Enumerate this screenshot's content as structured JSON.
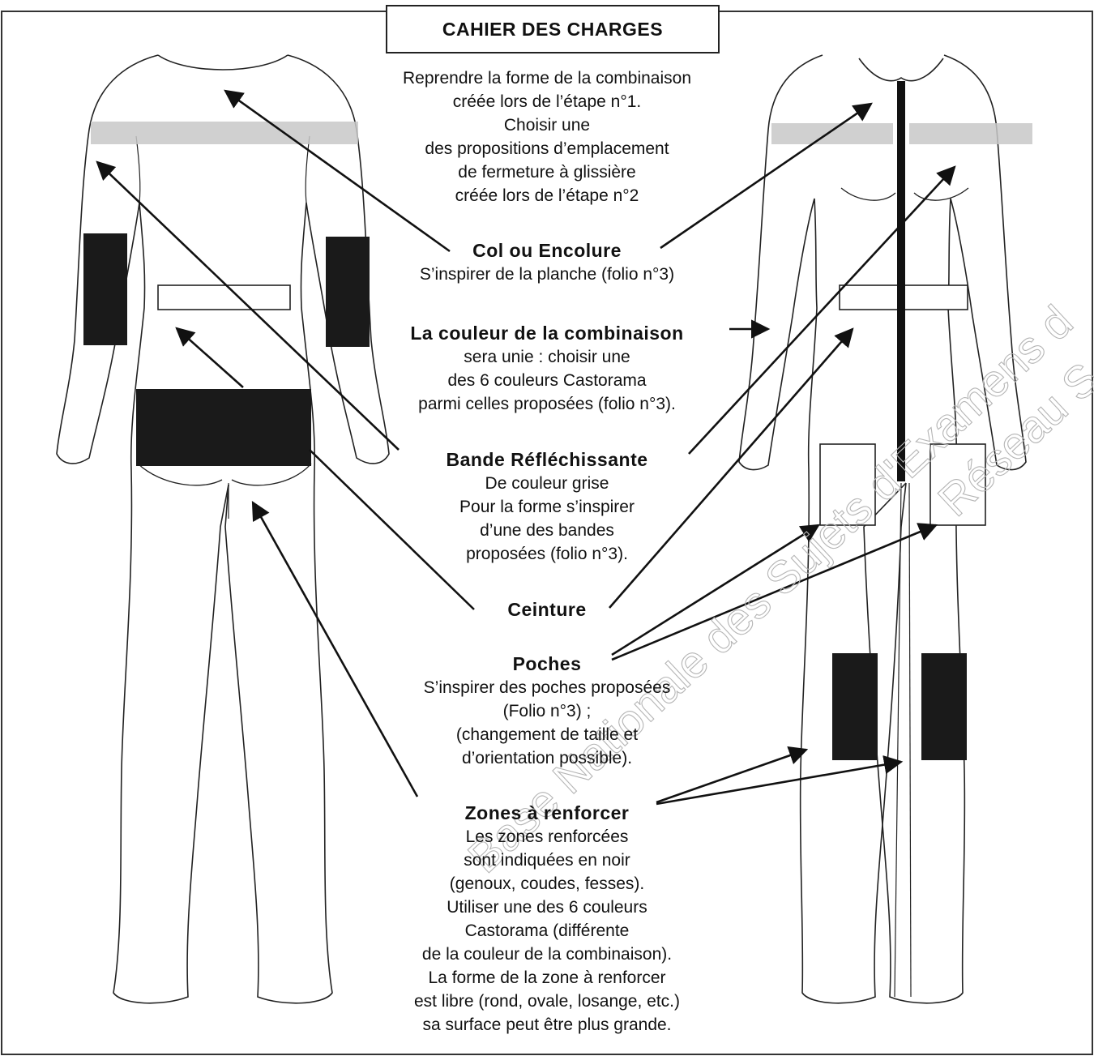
{
  "title": "CAHIER DES CHARGES",
  "intro": [
    "Reprendre la forme de la combinaison",
    "créée lors de l’étape n°1.",
    "Choisir une",
    "des propositions d’emplacement",
    "de fermeture à glissière",
    "créée lors de l’étape n°2"
  ],
  "sections": [
    {
      "heading": "Col ou Encolure",
      "lines": [
        "S’inspirer de la planche (folio n°3)"
      ]
    },
    {
      "heading": "La couleur de la combinaison",
      "lines": [
        "sera unie : choisir une",
        "des 6 couleurs Castorama",
        "parmi celles proposées (folio n°3)."
      ]
    },
    {
      "heading": "Bande Réfléchissante",
      "lines": [
        "De couleur grise",
        "Pour la forme s’inspirer",
        "d’une des bandes",
        "proposées (folio n°3)."
      ]
    },
    {
      "heading": "Ceinture",
      "lines": []
    },
    {
      "heading": "Poches",
      "lines": [
        "S’inspirer des poches proposées",
        "(Folio n°3) ;",
        "(changement de taille et",
        "d’orientation possible)."
      ]
    },
    {
      "heading": "Zones à renforcer",
      "lines": [
        "Les zones renforcées",
        "sont indiquées en noir",
        "(genoux, coudes, fesses).",
        "Utiliser une des 6 couleurs",
        "Castorama (différente",
        "de la couleur de la combinaison).",
        "La forme de la zone à renforcer",
        "est libre (rond, ovale, losange, etc.)",
        "sa surface peut être plus grande."
      ]
    }
  ],
  "watermark": [
    "Base Nationale des Sujets d'Examens d",
    "Réseau S"
  ],
  "colors": {
    "reinforced": "#1a1a1a",
    "reflective_band": "#c8c8c8",
    "outline": "#222222"
  }
}
